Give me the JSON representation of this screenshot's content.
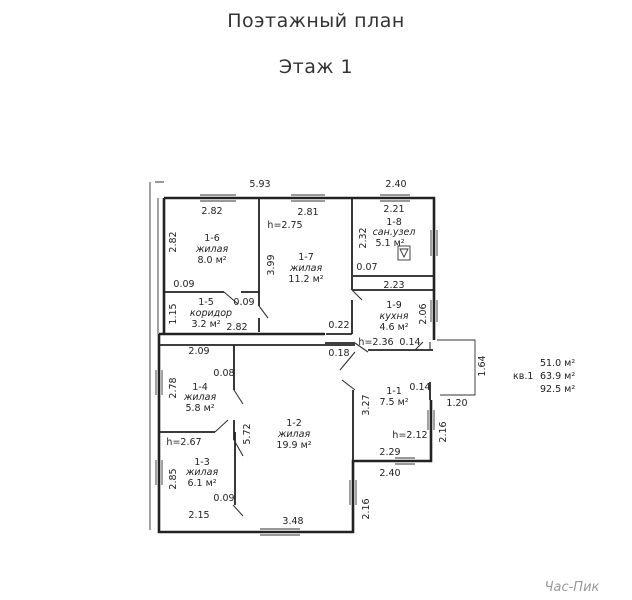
{
  "header": {
    "title": "Поэтажный план",
    "subtitle": "Этаж 1"
  },
  "dimensions": {
    "top_left": "5.93",
    "top_right": "2.40",
    "r16_w": "2.82",
    "r16_h": "2.82",
    "r16_mid": "0.09",
    "r17_w": "2.81",
    "r17_h": "3.99",
    "r17_height": "h=2.75",
    "r17_small": "0.09",
    "r15_h": "1.15",
    "r15_w": "2.82",
    "r15_right": "0.22",
    "r18_w": "2.21",
    "r18_h": "2.32",
    "r18_small": "0.07",
    "r19_w": "2.23",
    "r19_h": "2.06",
    "r19_height": "h=2.36",
    "r19_small": "0.14",
    "col_left": "0.18",
    "r14_w": "2.09",
    "r14_h": "2.78",
    "r14_small": "0.08",
    "r12_h": "5.72",
    "r12_w": "3.48",
    "r12_right": "3.27",
    "r12_bottom_right": "2.16",
    "r13_height": "h=2.67",
    "r13_h": "2.85",
    "r13_small": "0.09",
    "r13_w": "2.15",
    "r11_small": "0.14",
    "r11_height": "h=2.12",
    "r11_w": "2.29",
    "r11_h": "2.16",
    "r11_bottom": "2.40",
    "porch_h": "1.64",
    "porch_w": "1.20"
  },
  "rooms": [
    {
      "id": "1-6",
      "name": "жилая",
      "area": "8.0 м²"
    },
    {
      "id": "1-7",
      "name": "жилая",
      "area": "11.2 м²"
    },
    {
      "id": "1-5",
      "name": "коридор",
      "area": "3.2 м²"
    },
    {
      "id": "1-8",
      "name": "сан.узел",
      "area": "5.1 м²"
    },
    {
      "id": "1-9",
      "name": "кухня",
      "area": "4.6 м²"
    },
    {
      "id": "1-4",
      "name": "жилая",
      "area": "5.8 м²"
    },
    {
      "id": "1-2",
      "name": "жилая",
      "area": "19.9 м²"
    },
    {
      "id": "1-3",
      "name": "жилая",
      "area": "6.1 м²"
    },
    {
      "id": "1-1",
      "name": "",
      "area": "7.5 м²"
    }
  ],
  "unit_summary": {
    "label": "кв.1",
    "living": "51.0 м²",
    "total": "63.9 м²",
    "gross": "92.5 м²"
  },
  "watermark": "Час-Пик"
}
